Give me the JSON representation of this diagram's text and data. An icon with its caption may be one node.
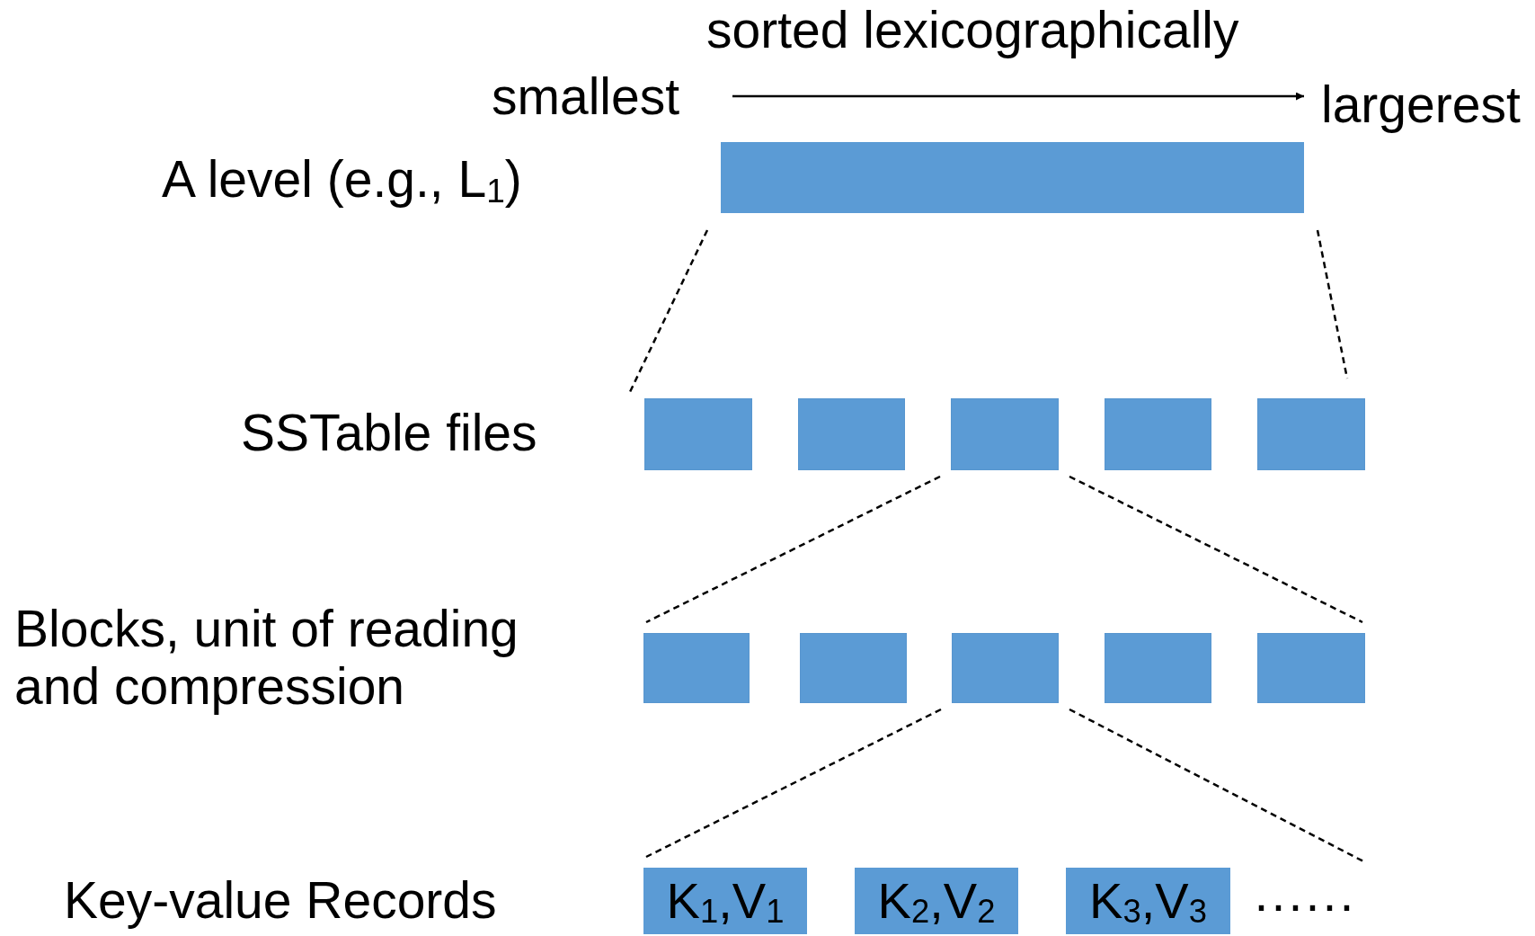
{
  "diagram": {
    "nodes": [
      {
        "text": [],
        "shape": "bar"
      },
      {
        "text": [],
        "shape": "box"
      },
      {
        "text": [],
        "shape": "box"
      },
      {
        "text": [],
        "shape": "box"
      },
      {
        "text": [],
        "shape": "box"
      },
      {
        "text": [],
        "shape": "box"
      },
      {
        "text": [],
        "shape": "box"
      },
      {
        "text": [],
        "shape": "box"
      },
      {
        "text": [],
        "shape": "box"
      },
      {
        "text": [],
        "shape": "box"
      },
      {
        "text": [],
        "shape": "box"
      },
      {
        "text": [
          "K$_{1}$,V$_{1}$"
        ]
      },
      {
        "text": [
          "K$_{2}$,V$_{2}$"
        ]
      },
      {
        "text": [
          "K$_{3}$,V$_{3}$"
        ]
      }
    ],
    "edges": [
      {
        "from": 0,
        "to": 1,
        "arrow": "none",
        "style": "dashed"
      },
      {
        "from": 0,
        "to": 5,
        "arrow": "none",
        "style": "dashed"
      },
      {
        "from": 3,
        "to": 6,
        "arrow": "none",
        "style": "dashed"
      },
      {
        "from": 3,
        "to": 10,
        "arrow": "none",
        "style": "dashed"
      },
      {
        "from": 8,
        "to": 11,
        "arrow": "none",
        "style": "dashed"
      },
      {
        "from": 8,
        "to": null,
        "arrow": "none",
        "style": "dashed"
      }
    ],
    "labels": [
      "sorted lexicographically",
      "smallest",
      "largerest",
      "A level (e.g., L$_{1}$)",
      "SSTable files",
      "Blocks, unit of reading and compression",
      "Key-value Records",
      "······"
    ]
  }
}
